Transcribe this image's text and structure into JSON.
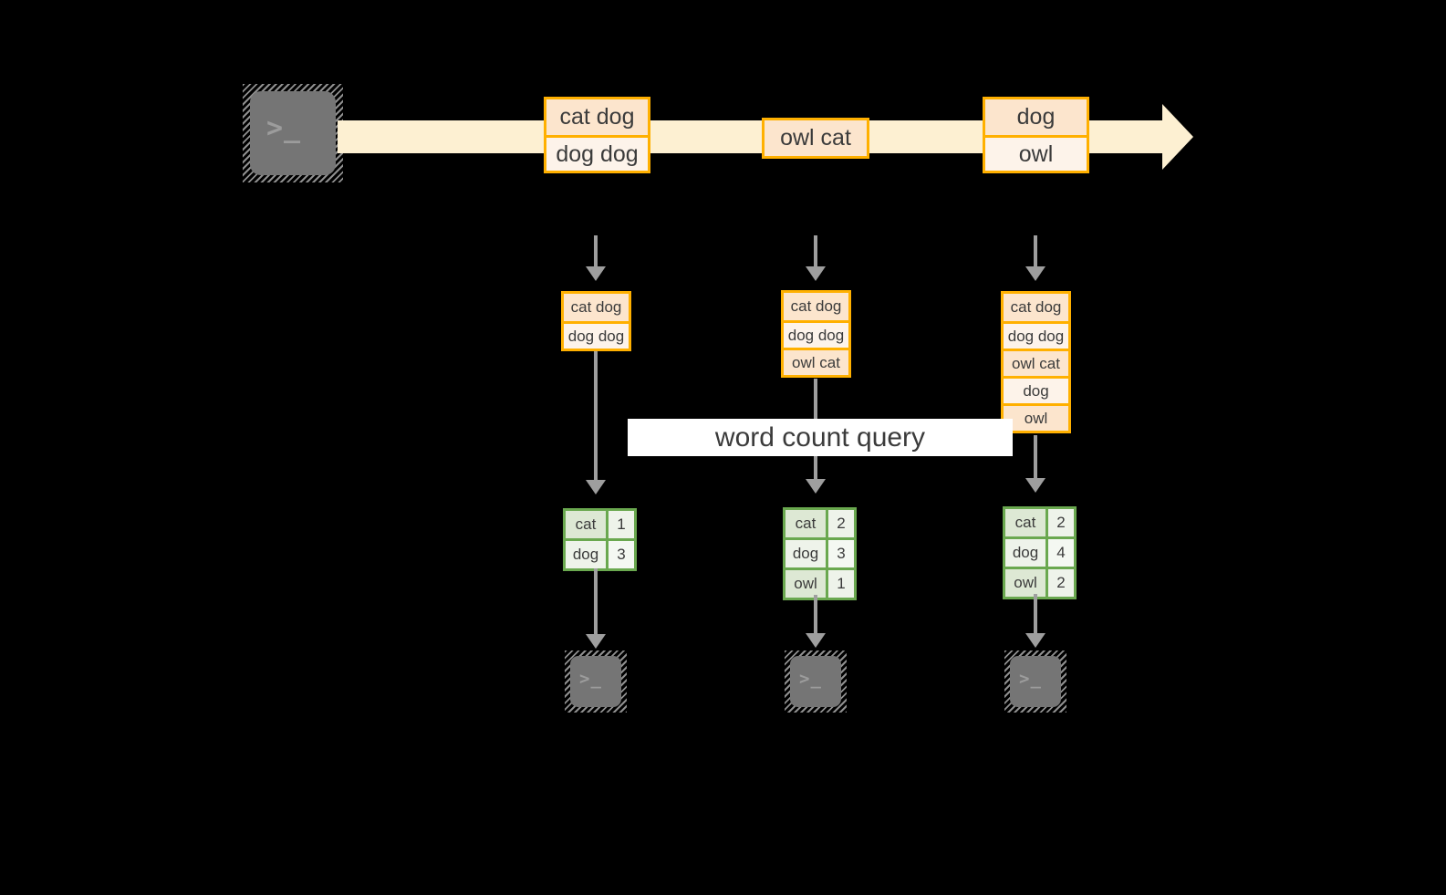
{
  "diagram": {
    "background_color": "#000000",
    "accent_orange": "#ffb000",
    "accent_orange_fill": "#fce5cd",
    "accent_orange_fill_alt": "#fdf3ea",
    "accent_green": "#6aa84f",
    "accent_green_fill": "#dde8d4",
    "ribbon_color": "#fdf0d2",
    "arrow_color": "#9e9e9e",
    "terminal_color": "#757575"
  },
  "stream": {
    "source_terminal": {
      "icon": "terminal-icon",
      "prompt": ">_"
    },
    "messages": [
      {
        "id": "msg-1",
        "lines": [
          "cat dog",
          "dog dog"
        ]
      },
      {
        "id": "msg-2",
        "lines": [
          "owl cat"
        ]
      },
      {
        "id": "msg-3",
        "lines": [
          "dog",
          "owl"
        ]
      }
    ]
  },
  "query_label": "word count query",
  "columns": [
    {
      "id": "snapshot-1",
      "buffer": [
        "cat dog",
        "dog dog"
      ],
      "counts": [
        {
          "word": "cat",
          "count": "1"
        },
        {
          "word": "dog",
          "count": "3"
        }
      ],
      "sink_terminal": {
        "icon": "terminal-icon",
        "prompt": ">_"
      }
    },
    {
      "id": "snapshot-2",
      "buffer": [
        "cat dog",
        "dog dog",
        "owl cat"
      ],
      "counts": [
        {
          "word": "cat",
          "count": "2"
        },
        {
          "word": "dog",
          "count": "3"
        },
        {
          "word": "owl",
          "count": "1"
        }
      ],
      "sink_terminal": {
        "icon": "terminal-icon",
        "prompt": ">_"
      }
    },
    {
      "id": "snapshot-3",
      "buffer": [
        "cat dog",
        "dog dog",
        "owl cat",
        "dog",
        "owl"
      ],
      "counts": [
        {
          "word": "cat",
          "count": "2"
        },
        {
          "word": "dog",
          "count": "4"
        },
        {
          "word": "owl",
          "count": "2"
        }
      ],
      "sink_terminal": {
        "icon": "terminal-icon",
        "prompt": ">_"
      }
    }
  ]
}
